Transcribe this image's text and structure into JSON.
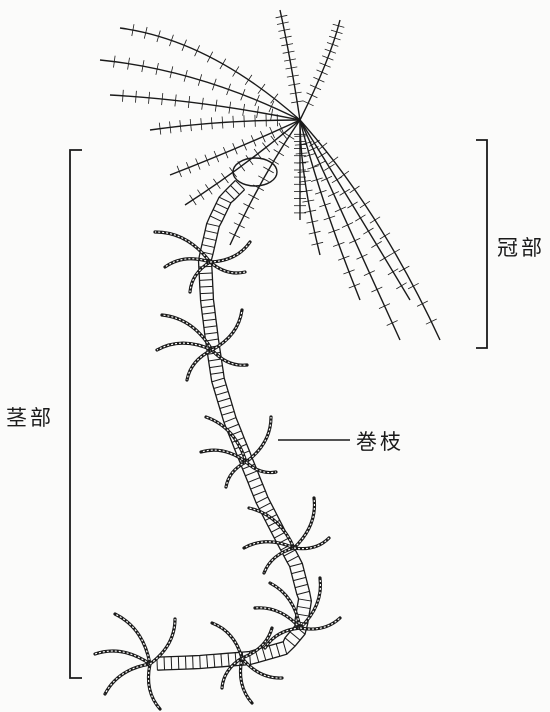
{
  "labels": {
    "crown": "冠部",
    "stem": "茎部",
    "cirri": "巻枝"
  },
  "colors": {
    "ink": "#1a1a1a",
    "paper": "#fbfbfa"
  },
  "figure_subject": "crinoid-sea-lily"
}
